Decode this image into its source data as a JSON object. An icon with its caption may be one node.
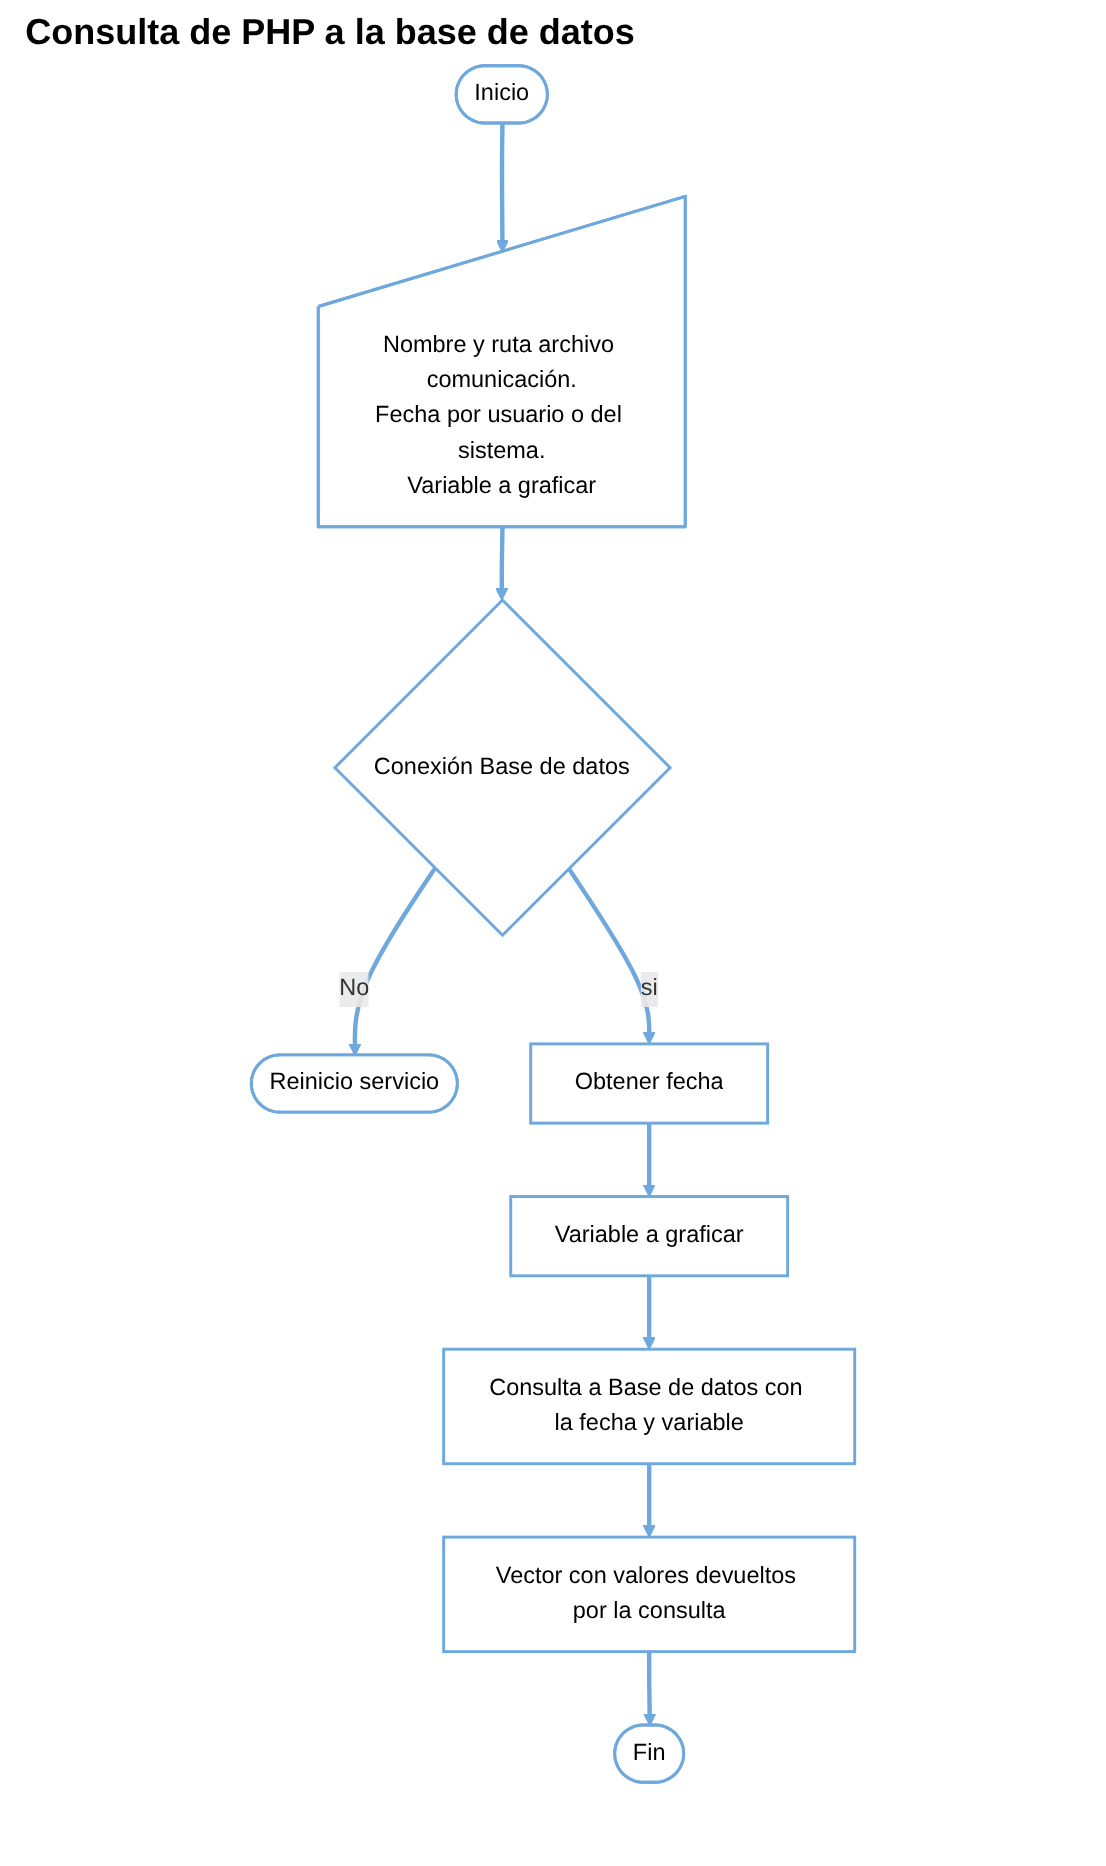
{
  "diagram": {
    "title": "Consulta de PHP a la base de datos",
    "nodes": [
      {
        "text": [
          "Inicio"
        ]
      },
      {
        "text": [
          "Nombre y ruta archivo comunicación.",
          "Fecha por usuario o del sistema.",
          "Variable a graficar"
        ]
      },
      {
        "text": [
          "Conexión Base de datos"
        ]
      },
      {
        "text": [
          "Reinicio servicio"
        ]
      },
      {
        "text": [
          "Obtener fecha"
        ]
      },
      {
        "text": [
          "Variable a graficar"
        ]
      },
      {
        "text": [
          "Consulta a Base de datos con la fecha y variable"
        ]
      },
      {
        "text": [
          "Vector con valores devueltos por la consulta"
        ]
      },
      {
        "text": [
          "Fin"
        ]
      }
    ],
    "edges": [
      {
        "from": 0,
        "to": 1,
        "arrow": "to"
      },
      {
        "from": 1,
        "to": 2,
        "arrow": "to"
      },
      {
        "from": 2,
        "to": 3,
        "label": "No",
        "arrow": "to"
      },
      {
        "from": 2,
        "to": 4,
        "label": "si",
        "arrow": "to"
      },
      {
        "from": 4,
        "to": 5,
        "arrow": "to"
      },
      {
        "from": 5,
        "to": 6,
        "arrow": "to"
      },
      {
        "from": 6,
        "to": 7,
        "arrow": "to"
      },
      {
        "from": 7,
        "to": 8,
        "arrow": "to"
      }
    ]
  }
}
